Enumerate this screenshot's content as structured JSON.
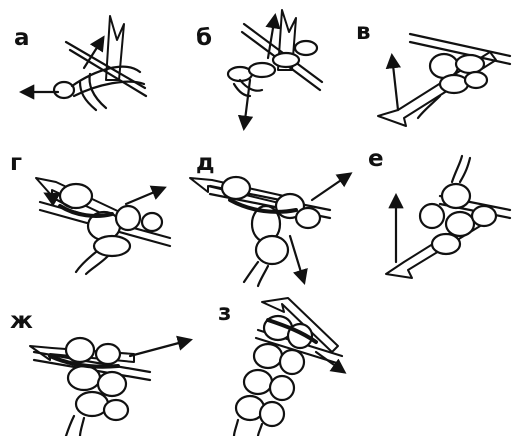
{
  "panels": [
    {
      "label": "а"
    },
    {
      "label": "б"
    },
    {
      "label": "в"
    },
    {
      "label": "г"
    },
    {
      "label": "д"
    },
    {
      "label": "е"
    },
    {
      "label": "ж"
    },
    {
      "label": "з"
    }
  ]
}
